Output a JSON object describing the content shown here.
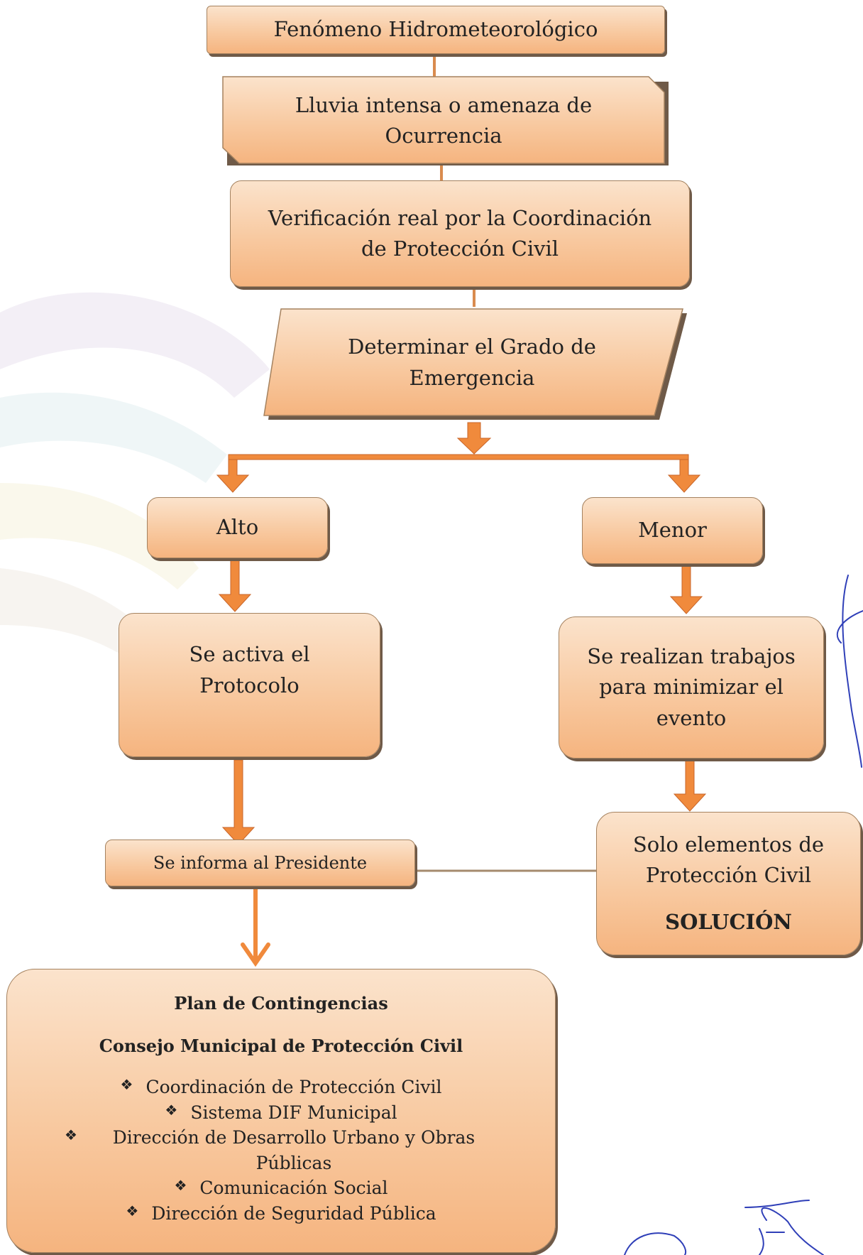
{
  "steps": {
    "fenomeno": "Fenómeno Hidrometeorológico",
    "lluvia": "Lluvia intensa o amenaza de Ocurrencia",
    "verificacion": "Verificación real por la Coordinación de Protección Civil",
    "determinar": "Determinar el Grado de Emergencia"
  },
  "branches": {
    "alto": {
      "label": "Alto",
      "action": "Se activa el Protocolo",
      "informa": "Se informa al Presidente"
    },
    "menor": {
      "label": "Menor",
      "action": "Se realizan trabajos para minimizar el evento",
      "solo": "Solo elementos de Protección Civil",
      "solucion": "SOLUCIÓN"
    }
  },
  "plan": {
    "title": "Plan de Contingencias",
    "subtitle": "Consejo Municipal de Protección Civil",
    "items": [
      "Coordinación de Protección Civil",
      "Sistema DIF Municipal",
      "Dirección de Desarrollo Urbano y Obras Públicas",
      "Comunicación Social",
      "Dirección de Seguridad Pública"
    ]
  },
  "colors": {
    "box_top": "#fbe3cc",
    "box_bottom": "#f5b47f",
    "arrow": "#f08a3c",
    "connector": "#d98b4e"
  },
  "icons": {
    "bullet": "diamond-bullet-icon"
  }
}
